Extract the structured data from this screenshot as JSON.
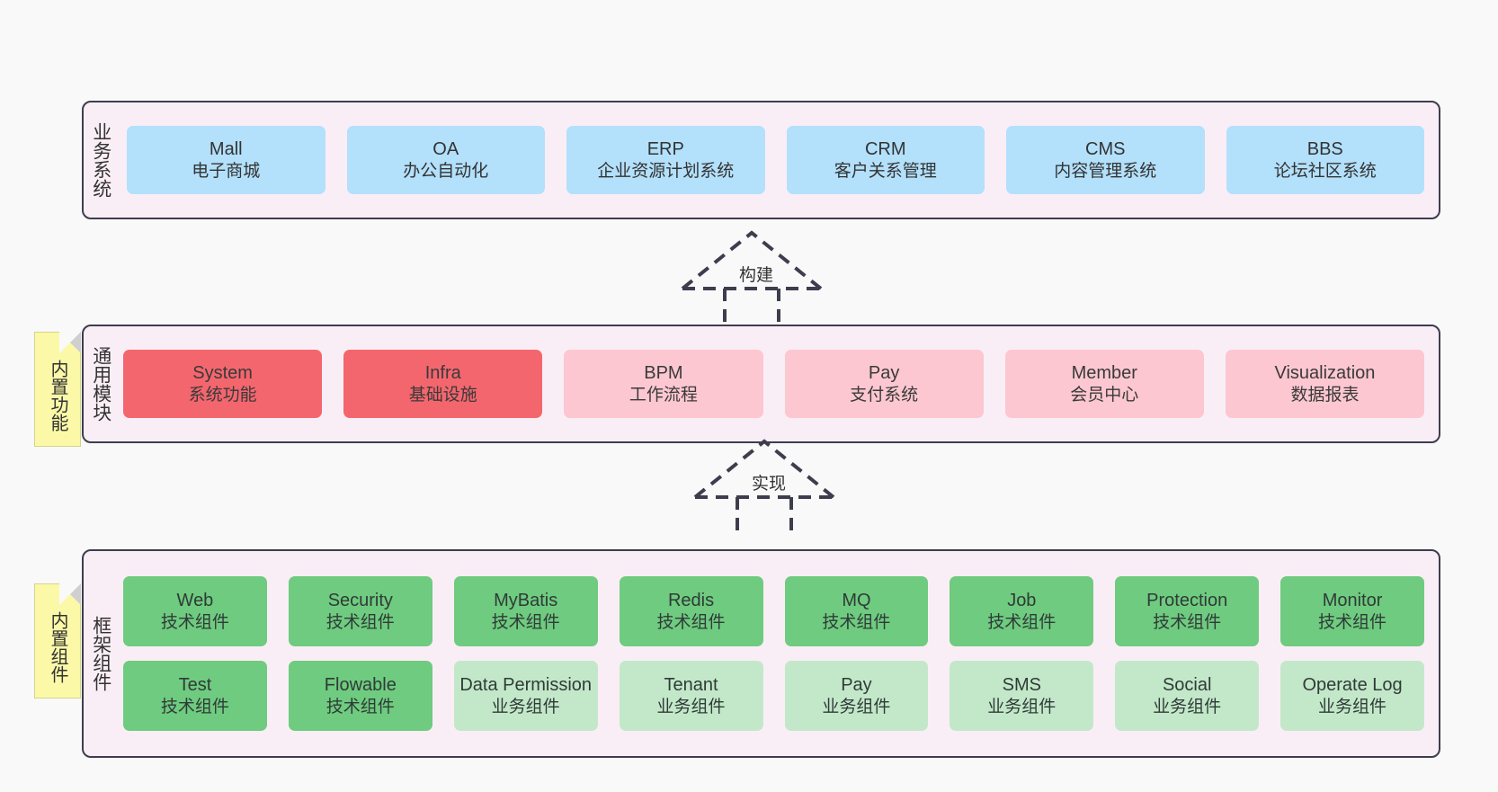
{
  "diagram": {
    "background_color": "#f9f9f9",
    "panel_color": "#faeef6",
    "panel_border_color": "#3d3d4e",
    "note_color": "#fbf9a8"
  },
  "layers": [
    {
      "id": "business",
      "label": "业务系统",
      "card_color": "#b3e0fb",
      "rows": [
        {
          "cards": [
            {
              "en": "Mall",
              "cn": "电子商城",
              "style": "blue"
            },
            {
              "en": "OA",
              "cn": "办公自动化",
              "style": "blue"
            },
            {
              "en": "ERP",
              "cn": "企业资源计划系统",
              "style": "blue"
            },
            {
              "en": "CRM",
              "cn": "客户关系管理",
              "style": "blue"
            },
            {
              "en": "CMS",
              "cn": "内容管理系统",
              "style": "blue"
            },
            {
              "en": "BBS",
              "cn": "论坛社区系统",
              "style": "blue"
            }
          ]
        }
      ]
    },
    {
      "id": "module",
      "label": "通用模块",
      "note": "内置功能",
      "rows": [
        {
          "cards": [
            {
              "en": "System",
              "cn": "系统功能",
              "style": "red"
            },
            {
              "en": "Infra",
              "cn": "基础设施",
              "style": "red"
            },
            {
              "en": "BPM",
              "cn": "工作流程",
              "style": "pink"
            },
            {
              "en": "Pay",
              "cn": "支付系统",
              "style": "pink"
            },
            {
              "en": "Member",
              "cn": "会员中心",
              "style": "pink"
            },
            {
              "en": "Visualization",
              "cn": "数据报表",
              "style": "pink"
            }
          ]
        }
      ]
    },
    {
      "id": "framework",
      "label": "框架组件",
      "note": "内置组件",
      "rows": [
        {
          "cards": [
            {
              "en": "Web",
              "cn": "技术组件",
              "style": "green"
            },
            {
              "en": "Security",
              "cn": "技术组件",
              "style": "green"
            },
            {
              "en": "MyBatis",
              "cn": "技术组件",
              "style": "green"
            },
            {
              "en": "Redis",
              "cn": "技术组件",
              "style": "green"
            },
            {
              "en": "MQ",
              "cn": "技术组件",
              "style": "green"
            },
            {
              "en": "Job",
              "cn": "技术组件",
              "style": "green"
            },
            {
              "en": "Protection",
              "cn": "技术组件",
              "style": "green"
            },
            {
              "en": "Monitor",
              "cn": "技术组件",
              "style": "green"
            }
          ]
        },
        {
          "cards": [
            {
              "en": "Test",
              "cn": "技术组件",
              "style": "green"
            },
            {
              "en": "Flowable",
              "cn": "技术组件",
              "style": "green"
            },
            {
              "en": "Data Permission",
              "cn": "业务组件",
              "style": "lgreen"
            },
            {
              "en": "Tenant",
              "cn": "业务组件",
              "style": "lgreen"
            },
            {
              "en": "Pay",
              "cn": "业务组件",
              "style": "lgreen"
            },
            {
              "en": "SMS",
              "cn": "业务组件",
              "style": "lgreen"
            },
            {
              "en": "Social",
              "cn": "业务组件",
              "style": "lgreen"
            },
            {
              "en": "Operate Log",
              "cn": "业务组件",
              "style": "lgreen"
            }
          ]
        }
      ]
    }
  ],
  "connectors": [
    {
      "id": "build",
      "label": "构建",
      "style": "dashed-hollow-arrow-up"
    },
    {
      "id": "impl",
      "label": "实现",
      "style": "dashed-hollow-arrow-up"
    }
  ]
}
